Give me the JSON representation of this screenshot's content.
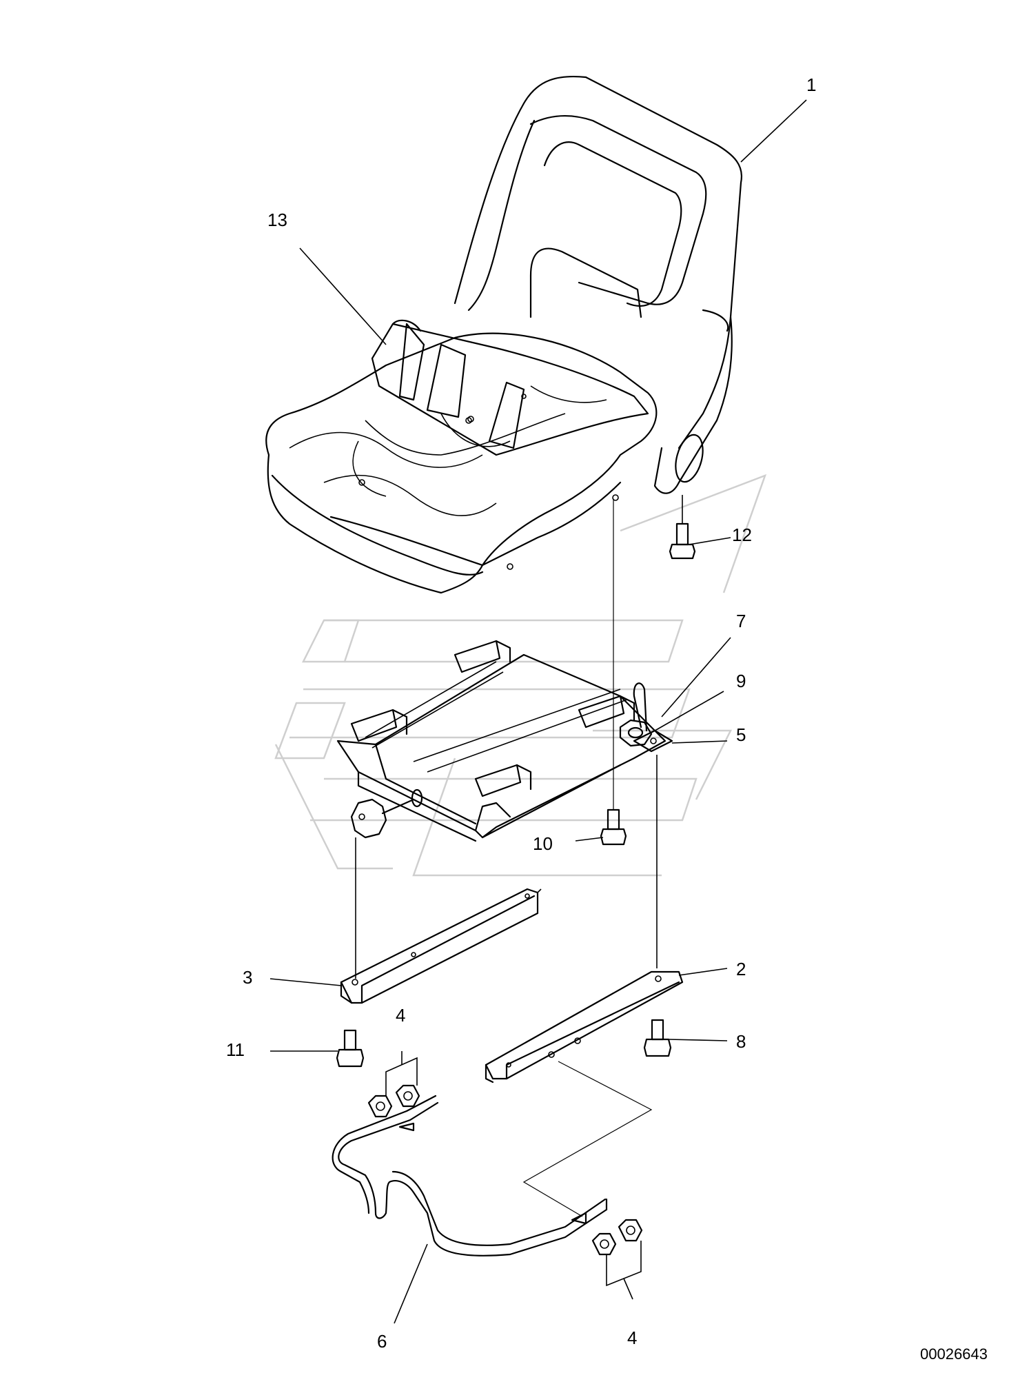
{
  "callouts": {
    "c1": "1",
    "c2": "2",
    "c3": "3",
    "c4a": "4",
    "c4b": "4",
    "c5": "5",
    "c6": "6",
    "c7": "7",
    "c8": "8",
    "c9": "9",
    "c10": "10",
    "c11": "11",
    "c12": "12",
    "c13": "13"
  },
  "document_number": "00026643",
  "colors": {
    "line": "#000000",
    "watermark": "#cfcfcf",
    "background": "#ffffff"
  }
}
